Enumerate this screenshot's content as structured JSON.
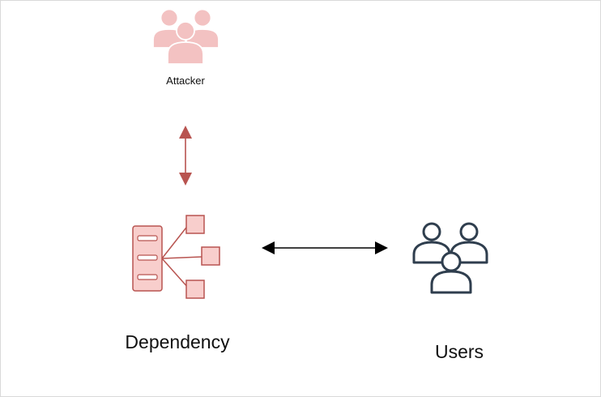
{
  "nodes": {
    "attacker": {
      "label": "Attacker",
      "icon": "group-icon",
      "color": "#f3c2c2",
      "stroke": "#ffffff"
    },
    "dependency": {
      "label": "Dependency",
      "icon": "server-tree-icon",
      "color": "#f8cecc",
      "stroke": "#b85450"
    },
    "users": {
      "label": "Users",
      "icon": "users-outline-icon",
      "color": "#ffffff",
      "stroke": "#2f3e4e"
    }
  },
  "edges": {
    "attacker_dependency": {
      "color": "#b85450",
      "direction": "bidirectional"
    },
    "dependency_users": {
      "color": "#000000",
      "direction": "bidirectional"
    }
  }
}
